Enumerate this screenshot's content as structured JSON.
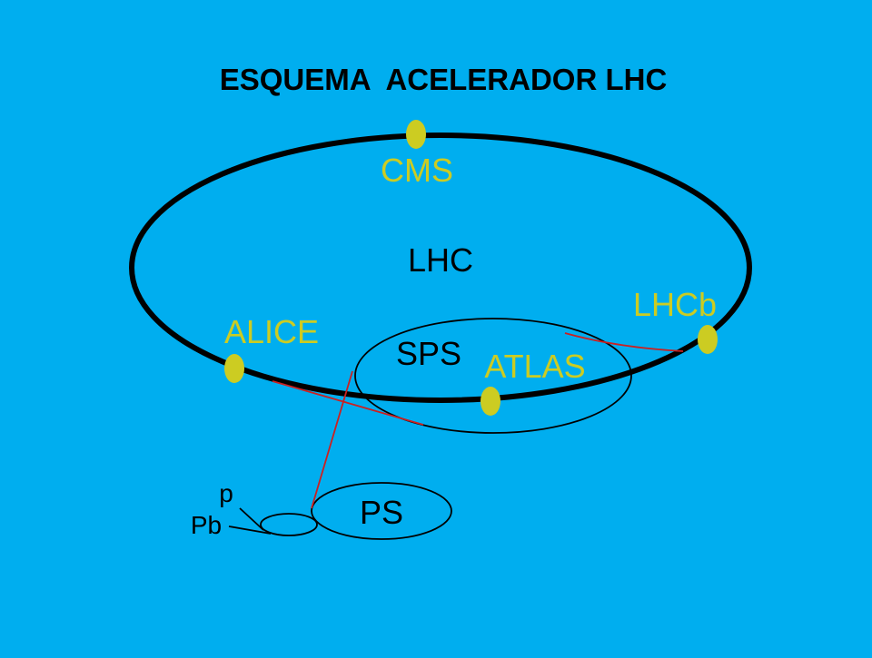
{
  "title": "ESQUEMA  ACELERADOR LHC",
  "rings": {
    "lhc": "LHC",
    "sps": "SPS",
    "ps": "PS"
  },
  "experiments": {
    "cms": "CMS",
    "alice": "ALICE",
    "atlas": "ATLAS",
    "lhcb": "LHCb"
  },
  "sources": {
    "proton": "p",
    "lead": "Pb"
  },
  "colors": {
    "background": "#00AEEF",
    "ring": "#000000",
    "detector": "#CCCC22",
    "beam_line": "#CC2020",
    "title": "#000000"
  }
}
